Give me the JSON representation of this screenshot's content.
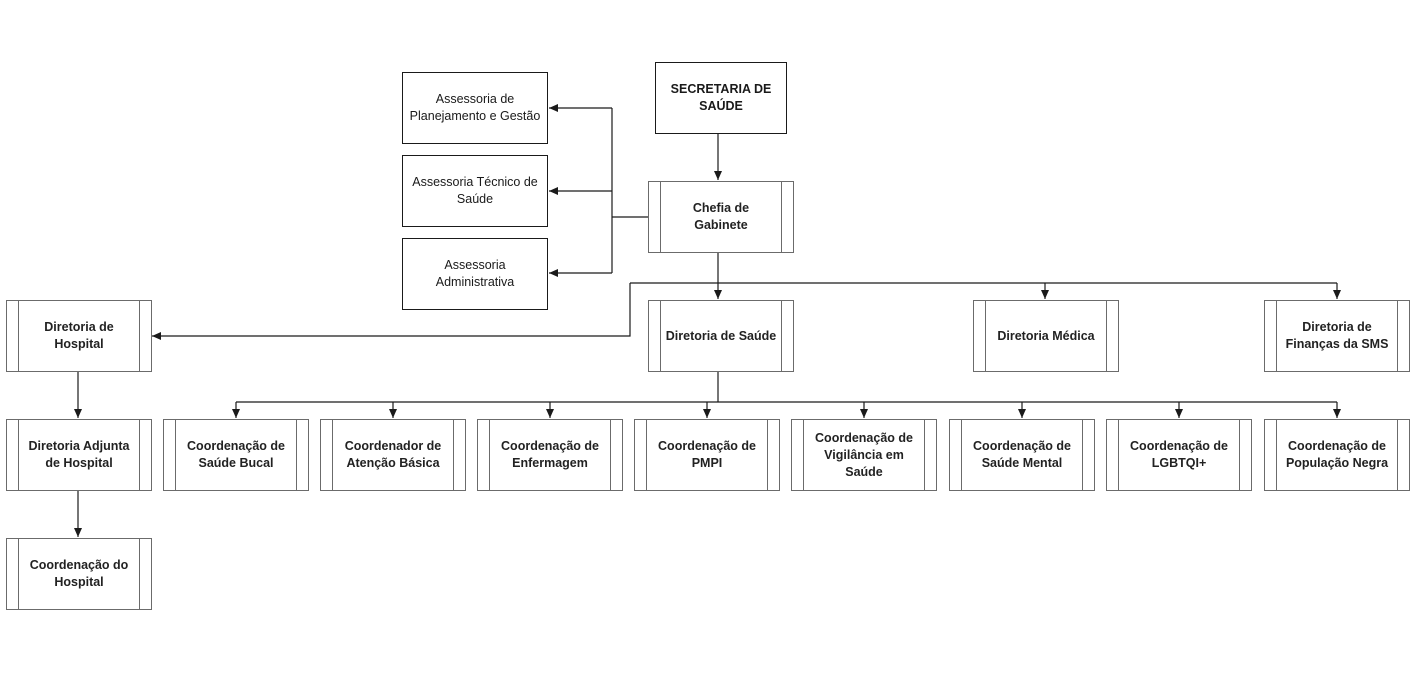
{
  "org": {
    "secretaria": "SECRETARIA DE\nSAÚDE",
    "chefia": "Chefia de Gabinete",
    "assessoria_planejamento": "Assessoria de\nPlanejamento e Gestão",
    "assessoria_tecnico": "Assessoria Técnico de\nSaúde",
    "assessoria_administrativa": "Assessoria\nAdministrativa",
    "diretoria_hospital": "Diretoria de\nHospital",
    "diretoria_saude": "Diretoria de Saúde",
    "diretoria_medica": "Diretoria Médica",
    "diretoria_financas": "Diretoria de\nFinanças da SMS",
    "diretoria_adjunta": "Diretoria Adjunta\nde Hospital",
    "coordenacao_hospital": "Coordenação do\nHospital",
    "coord_saude_bucal": "Coordenação de\nSaúde Bucal",
    "coord_atencao_basica": "Coordenador de\nAtenção Básica",
    "coord_enfermagem": "Coordenação de\nEnfermagem",
    "coord_pmpi": "Coordenação de\nPMPI",
    "coord_vigilancia": "Coordenação de\nVigilância em\nSaúde",
    "coord_saude_mental": "Coordenação de\nSaúde Mental",
    "coord_lgbtqi": "Coordenação de\nLGBTQI+",
    "coord_populacao_negra": "Coordenação de\nPopulação Negra"
  }
}
